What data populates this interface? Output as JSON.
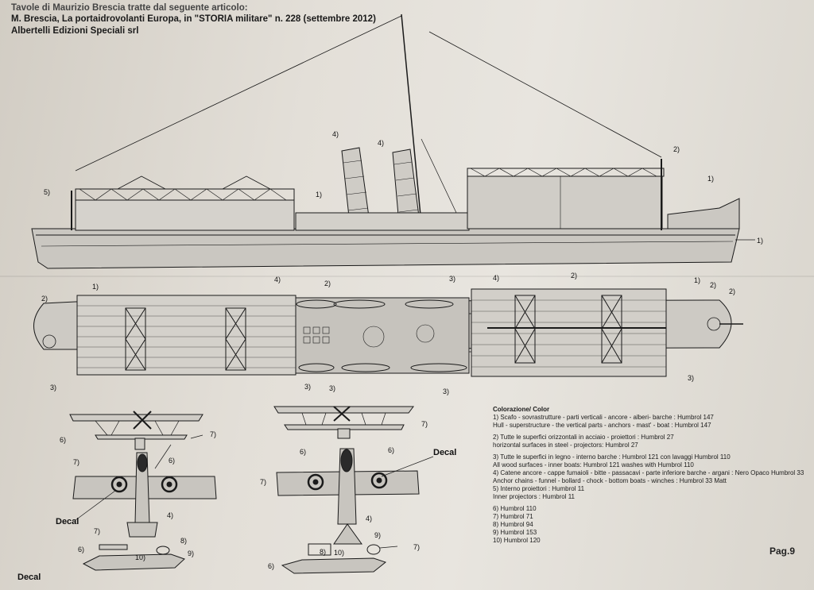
{
  "header": {
    "line1": "Tavole di Maurizio Brescia tratte dal seguente articolo:",
    "line2": "M. Brescia, La portaidrovolanti Europa, in \"STORIA militare\" n. 228 (settembre 2012)",
    "line3": "Albertelli Edizioni Speciali srl"
  },
  "callouts": {
    "profile": [
      "5)",
      "4)",
      "4)",
      "1)",
      "2)",
      "1)",
      "1)",
      "4)",
      "4)"
    ],
    "plan": [
      "1)",
      "2)",
      "2)",
      "3)",
      "2)",
      "1)",
      "2)",
      "2)",
      "3)",
      "3)",
      "3)",
      "3)",
      "3)"
    ],
    "aircraft": [
      "6)",
      "7)",
      "7)",
      "6)",
      "4)",
      "7)",
      "8)",
      "9)",
      "10)",
      "6)",
      "7)",
      "7)",
      "6)",
      "6)",
      "7)",
      "4)",
      "10)",
      "8)",
      "9)",
      "6)"
    ],
    "decal": [
      "Decal",
      "Decal",
      "Decal"
    ]
  },
  "color_key": {
    "title": "Colorazione/ Color",
    "lines": [
      "1) Scafo - sovrastrutture - parti verticali - ancore  -  alberi- barche : Humbrol 147",
      "   Hull - superstructure - the vertical parts - anchors - mast' - boat : Humbrol 147",
      "",
      "2) Tutte le superfici orizzontali in acciaio - proiettori : Humbrol 27",
      "   horizontal surfaces in steel - projectors: Humbrol 27",
      "",
      "3) Tutte le superfici in legno  - interno barche :  Humbrol 121  con lavaggi  Humbrol 110",
      "   All wood surfaces - inner boats: Humbrol 121  washes with Humbrol 110",
      "4) Catene ancore - cappe fumaioli - bitte - passacavi - parte inferiore barche - argani :  Nero Opaco Humbrol 33",
      "   Anchor chains - funnel  - bollard  - chock  - bottom boats - winches : Humbrol 33 Matt",
      "5) Interno proiettori : Humbrol 11",
      "   Inner projectors : Humbrol 11",
      "",
      "6)       Humbrol 110",
      "7)       Humbrol  71",
      "8)       Humbrol  94",
      "9)       Humbrol 153",
      "10)      Humbrol 120"
    ]
  },
  "page_number": "Pag.9",
  "colors": {
    "paper": "#e4e0d9",
    "ink": "#1a1a1a",
    "hull_fill": "#c9c6c0"
  }
}
